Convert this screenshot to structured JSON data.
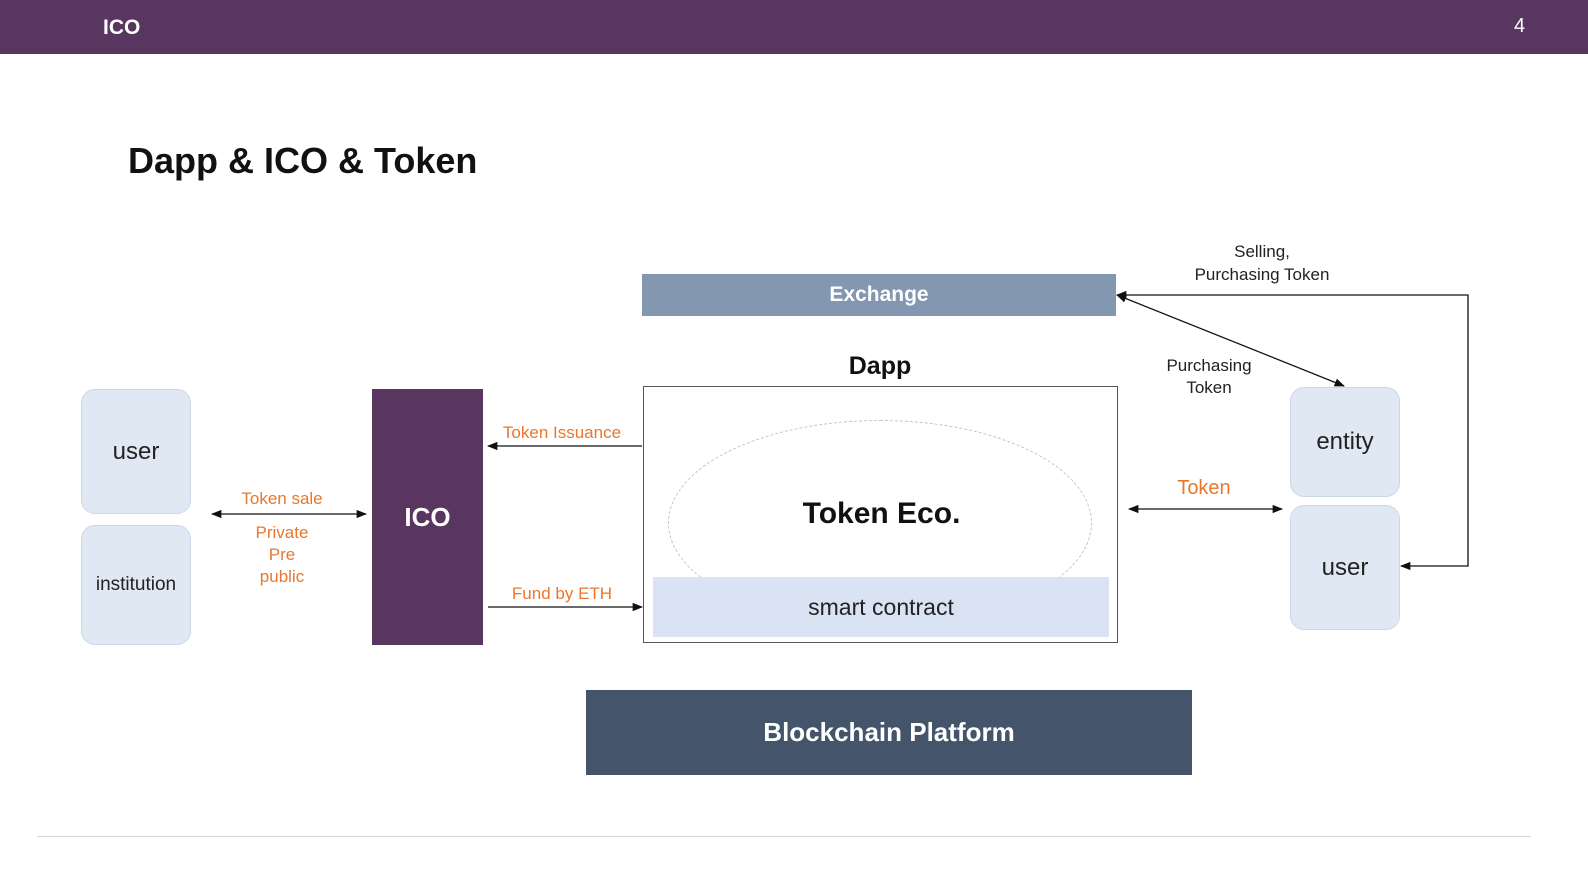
{
  "header": {
    "section_title": "ICO",
    "page_number": "4"
  },
  "slide_title": "Dapp & ICO & Token",
  "diagram": {
    "participants_left": {
      "user": "user",
      "institution": "institution"
    },
    "token_sale": {
      "label": "Token sale",
      "line1": "Private",
      "line2": "Pre",
      "line3": "public"
    },
    "ico_box": "ICO",
    "token_issuance": "Token Issuance",
    "fund_by_eth": "Fund by ETH",
    "exchange": "Exchange",
    "dapp_label": "Dapp",
    "token_eco": "Token Eco.",
    "smart_contract": "smart contract",
    "blockchain_platform": "Blockchain Platform",
    "token_flow": "Token",
    "selling_purchasing": {
      "line1": "Selling,",
      "line2": "Purchasing Token"
    },
    "purchasing_token": {
      "line1": "Purchasing",
      "line2": "Token"
    },
    "participants_right": {
      "entity": "entity",
      "user": "user"
    }
  },
  "colors": {
    "header_bar": "#58365f",
    "ico_box": "#58365f",
    "exchange": "#8497b0",
    "blockchain": "#44546a",
    "light_box": "#dfe8f3",
    "smart_contract": "#dae3f3",
    "accent_text": "#e9772c"
  }
}
